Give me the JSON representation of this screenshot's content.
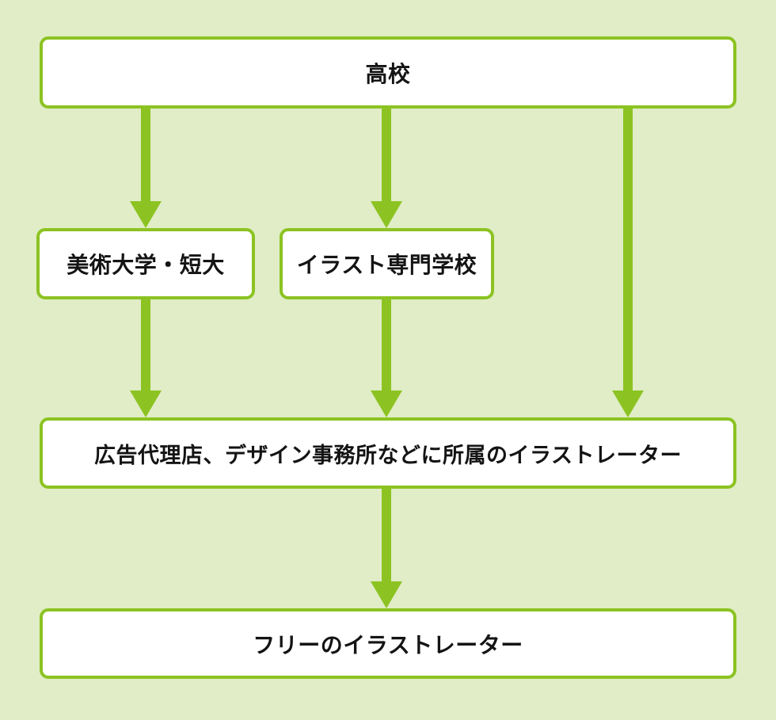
{
  "colors": {
    "background": "#e0edc6",
    "box_fill": "#ffffff",
    "box_border": "#8cc322",
    "arrow": "#8cc322",
    "text": "#141414"
  },
  "diagram": {
    "type": "flowchart",
    "title": "",
    "direction": "top-down",
    "nodes": [
      {
        "id": "highschool",
        "label": "高校"
      },
      {
        "id": "art-university",
        "label": "美術大学・短大"
      },
      {
        "id": "illustration-school",
        "label": "イラスト専門学校"
      },
      {
        "id": "employed-illustrator",
        "label": "広告代理店、デザイン事務所などに所属のイラストレーター"
      },
      {
        "id": "freelance-illustrator",
        "label": "フリーのイラストレーター"
      }
    ],
    "edges": [
      {
        "from": "highschool",
        "to": "art-university"
      },
      {
        "from": "highschool",
        "to": "illustration-school"
      },
      {
        "from": "highschool",
        "to": "employed-illustrator"
      },
      {
        "from": "art-university",
        "to": "employed-illustrator"
      },
      {
        "from": "illustration-school",
        "to": "employed-illustrator"
      },
      {
        "from": "employed-illustrator",
        "to": "freelance-illustrator"
      }
    ]
  }
}
